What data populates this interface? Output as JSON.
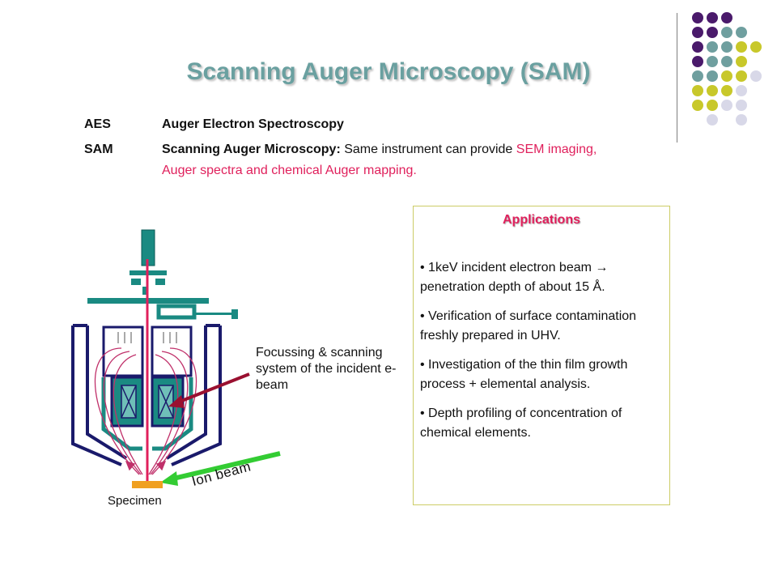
{
  "title": "Scanning Auger Microscopy (SAM)",
  "definitions": [
    {
      "term": "AES",
      "desc_bold": "Auger Electron Spectroscopy",
      "desc_normal": "",
      "desc_pink": ""
    },
    {
      "term": "SAM",
      "desc_bold": "Scanning Auger Microscopy:",
      "desc_normal": " Same instrument can provide ",
      "desc_pink": "SEM imaging, Auger spectra and chemical Auger mapping."
    }
  ],
  "diagram": {
    "focus_label": "Focussing & scanning system of the incident e-beam",
    "specimen_label": "Specimen",
    "ion_beam_label": "Ion beam"
  },
  "applications": {
    "title": "Applications",
    "items": [
      "• 1keV incident electron beam → penetration depth of about 15 Å.",
      "• Verification of surface contamination freshly prepared in UHV.",
      "• Investigation of the thin film growth process + elemental analysis.",
      "• Depth profiling of concentration of chemical elements."
    ]
  },
  "colors": {
    "title": "#6aa0a0",
    "accent_pink": "#e0205c",
    "dot_purple": "#4a1a6b",
    "dot_teal": "#6f9f9f",
    "dot_olive": "#c8c82a",
    "dot_lavender": "#d8d8e8",
    "teal_hardware": "#1a8a82",
    "beam_red": "#e0205c",
    "arrow_maroon": "#9a1030",
    "ion_green": "#33cc33",
    "specimen_orange": "#f0a020"
  }
}
